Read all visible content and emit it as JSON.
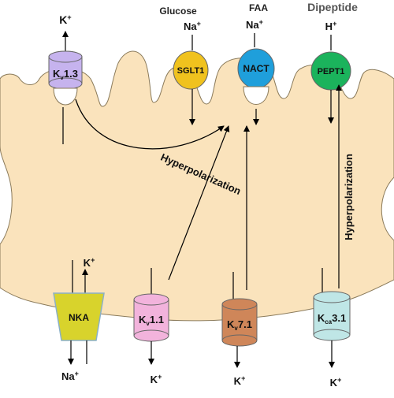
{
  "substrates": {
    "glucose": "Glucose",
    "faa": "FAA",
    "dipeptide": "Dipeptide"
  },
  "ions": {
    "na": "Na",
    "k": "K",
    "h": "H",
    "plus": "+"
  },
  "channels": {
    "kv13": {
      "base": "K",
      "sub": "v",
      "rest": "1.3",
      "color": "#c6b3ee"
    },
    "sglt1": {
      "label": "SGLT1",
      "color": "#f0c21e"
    },
    "nact": {
      "label": "NACT",
      "color": "#1f9fdb"
    },
    "pept1": {
      "label": "PEPT1",
      "color": "#1bb35c"
    },
    "nka": {
      "label": "NKA",
      "color": "#d8d32c"
    },
    "kv11": {
      "base": "K",
      "sub": "v",
      "rest": "1.1",
      "color": "#f2b3dc"
    },
    "kv71": {
      "base": "K",
      "sub": "v",
      "rest": "7.1",
      "color": "#cf8659"
    },
    "kca31": {
      "base": "K",
      "sub": "ca",
      "rest": "3.1",
      "color": "#bfe6e6"
    }
  },
  "annotations": {
    "hyperpolarization_diag": "Hyperpolarization",
    "hyperpolarization_vert": "Hyperpolarization"
  },
  "colors": {
    "cell": "#fae3bc",
    "stroke": "#8a7a5a"
  }
}
